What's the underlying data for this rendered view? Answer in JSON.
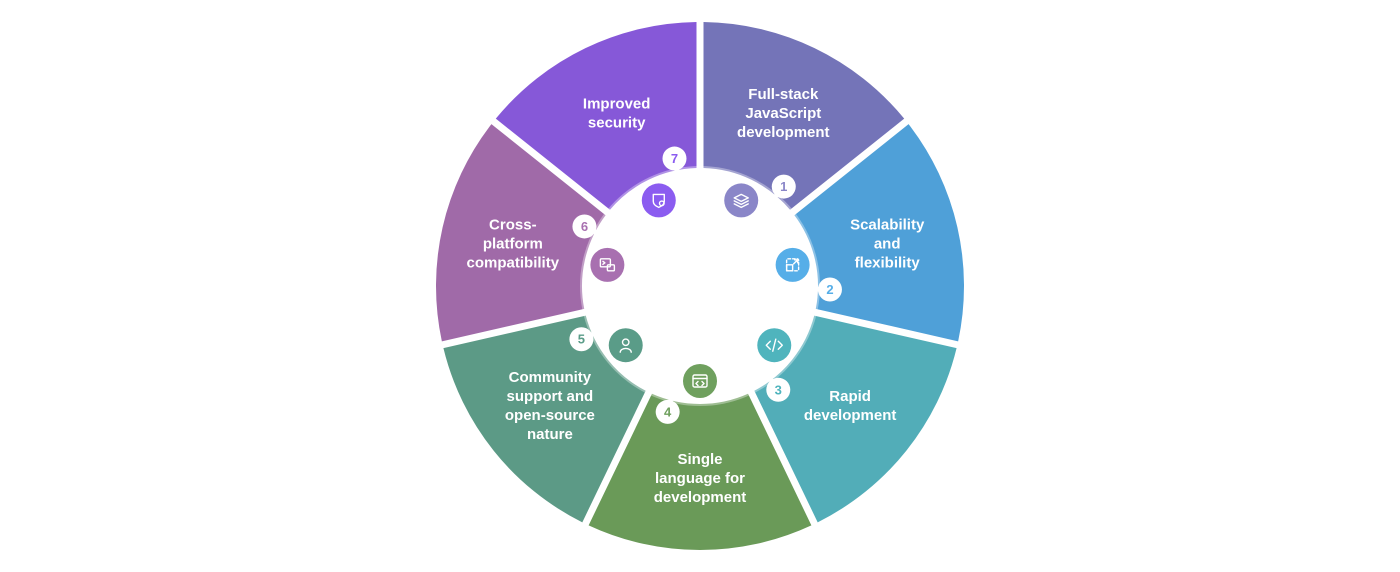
{
  "segments": [
    {
      "number": "1",
      "label_lines": [
        "Full-stack",
        "JavaScript",
        "development"
      ],
      "icon": "layers-icon",
      "color": "#7474b8",
      "icon_color": "#8a86c8"
    },
    {
      "number": "2",
      "label_lines": [
        "Scalability",
        "and",
        "flexibility"
      ],
      "icon": "scale-frame-icon",
      "color": "#4fa0d8",
      "icon_color": "#56aee8"
    },
    {
      "number": "3",
      "label_lines": [
        "Rapid",
        "development"
      ],
      "icon": "code-icon",
      "color": "#52adb8",
      "icon_color": "#4fb4bd"
    },
    {
      "number": "4",
      "label_lines": [
        "Single",
        "language for",
        "development"
      ],
      "icon": "browser-code-icon",
      "color": "#6a9a58",
      "icon_color": "#6fa05e"
    },
    {
      "number": "5",
      "label_lines": [
        "Community",
        "support and",
        "open-source",
        "nature"
      ],
      "icon": "person-icon",
      "color": "#5c9a86",
      "icon_color": "#5a9c88"
    },
    {
      "number": "6",
      "label_lines": [
        "Cross-",
        "platform",
        "compatibility"
      ],
      "icon": "devices-icon",
      "color": "#a06aa8",
      "icon_color": "#a870b0"
    },
    {
      "number": "7",
      "label_lines": [
        "Improved",
        "security"
      ],
      "icon": "shield-gear-icon",
      "color": "#8658d8",
      "icon_color": "#8b5cf0"
    }
  ]
}
